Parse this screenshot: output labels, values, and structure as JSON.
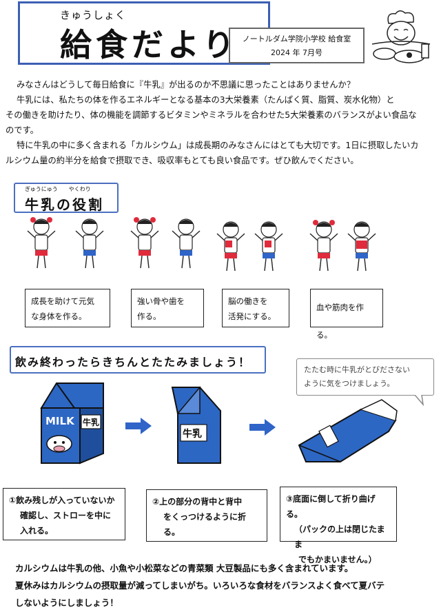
{
  "header": {
    "ruby": "きゅうしょく",
    "title": "給食だより",
    "school": "ノートルダム学院小学校 給食室",
    "issue": "2024 年 7月号"
  },
  "intro": {
    "p1": "みなさんはどうして毎日給食に『牛乳』が出るのか不思議に思ったことはありませんか？",
    "p2": "牛乳には、私たちの体を作るエネルギーとなる基本の3大栄養素（たんぱく質、脂質、炭水化物）と",
    "p3": "その働きを助けたり、体の機能を調節するビタミンやミネラルを合わせた5大栄養素のバランスがよい食品な",
    "p4": "のです。",
    "p5": "特に牛乳の中に多く含まれる「カルシウム」は成長期のみなさんにはとても大切です。1日に摂取したいカ",
    "p6": "ルシウム量の約半分を給食で摂取でき、吸収率もとても良い食品です。ぜひ飲んでください。"
  },
  "roles": {
    "ruby": "ぎゅうにゅう　　やくわり",
    "heading": "牛乳の役割",
    "cap1_line1": "成長を助けて元気",
    "cap1_line2": "な身体を作る。",
    "cap2_line1": "強い骨や歯を",
    "cap2_line2": "作る。",
    "cap3_line1": "脳の働きを",
    "cap3_line2": "活発にする。",
    "cap4_line1": "血や筋肉を作る。"
  },
  "fold": {
    "heading": "飲み終わったらきちんとたたみましょう！",
    "bubble_line1": "たたむ時に牛乳がとびださない",
    "bubble_line2": "ように気をつけましょう。",
    "carton_label_en": "MILK",
    "carton_label_ja": "牛乳",
    "step1_line1": "①飲み残しが入っていないか",
    "step1_line2": "確認し、ストローを中に",
    "step1_line3": "入れる。",
    "step2_line1": "②上の部分の背中と背中",
    "step2_line2": "をくっつけるように折",
    "step2_line3": "る。",
    "step3_line1": "③底面に倒して折り曲げる。",
    "step3_line2": "（パックの上は閉じたまま",
    "step3_line3": "でもかまいません。）"
  },
  "footer": {
    "line1": "カルシウムは牛乳の他、小魚や小松菜などの青菜類 大豆製品にも多く含まれています。",
    "line2": "夏休みはカルシウムの摂取量が減ってしまいがち。いろいろな食材をバランスよく食べて夏バテ",
    "line3": "しないようにしましょう！"
  },
  "colors": {
    "accent": "#3b5fb3",
    "carton": "#2d67c4",
    "arrow": "#2f64c8"
  }
}
